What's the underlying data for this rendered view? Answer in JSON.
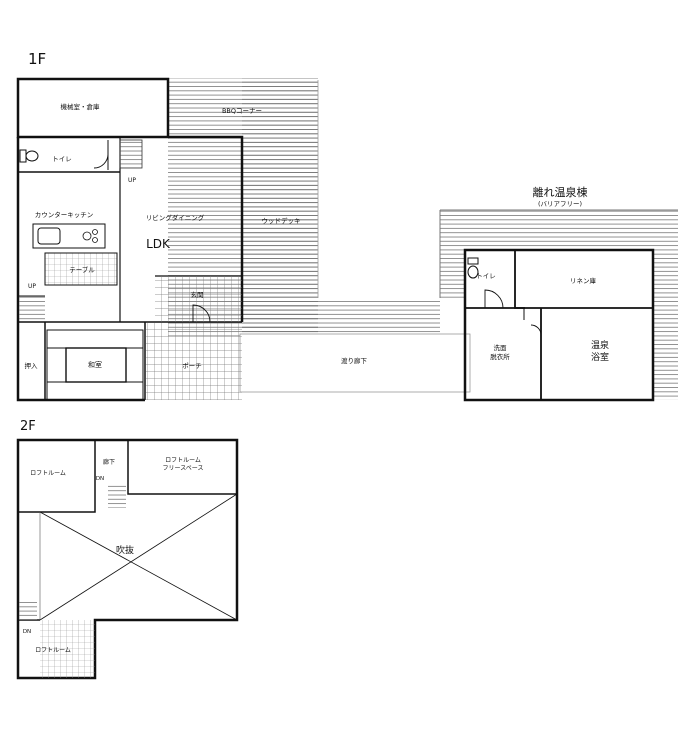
{
  "floor1": {
    "heading": "1F",
    "rooms": {
      "machine_storage": "機械室・倉庫",
      "toilet": "トイレ",
      "kitchen": "カウンターキッチン",
      "living": "リビングダイニング",
      "ldk": "LDK",
      "table": "テーブル",
      "washitsu": "和室",
      "oshiire": "押入",
      "entrance": "玄関",
      "porch": "ポーチ",
      "bbq": "BBQコーナー",
      "deck": "ウッドデッキ",
      "corridor": "渡り廊下",
      "up1": "UP",
      "up2": "UP"
    }
  },
  "annex": {
    "title": "離れ温泉棟",
    "subtitle": "(バリアフリー)",
    "rooms": {
      "toilet": "トイレ",
      "linen": "リネン庫",
      "wash": "洗面\n脱衣所",
      "bath": "温泉\n浴室"
    }
  },
  "floor2": {
    "heading": "2F",
    "rooms": {
      "loft1": "ロフトルーム",
      "hall": "廊下",
      "loft_free": "ロフトルーム\nフリースペース",
      "void": "吹抜",
      "loft2": "ロフトルーム",
      "dn1": "DN",
      "dn2": "DN"
    }
  }
}
